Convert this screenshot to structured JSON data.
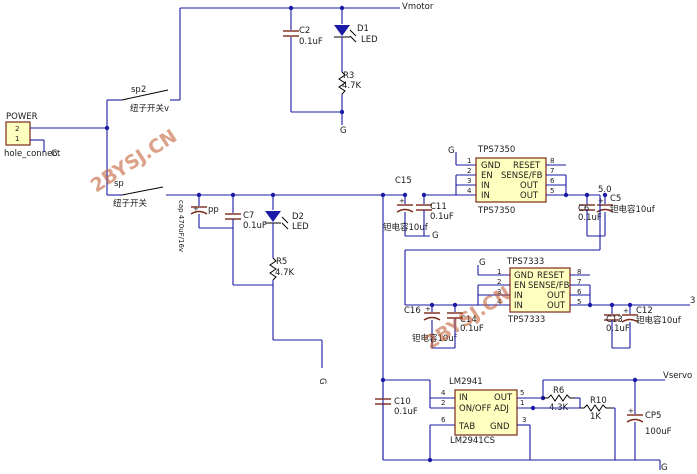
{
  "nets": {
    "vmotor": "Vmotor",
    "vservo": "Vservo",
    "gnd": "G",
    "net_3": "3",
    "net_5v": "5.0"
  },
  "power": {
    "name": "POWER",
    "pin2": "2",
    "pin1": "1",
    "footprint": "hole_connect"
  },
  "switches": {
    "sp2": {
      "ref": "sp2",
      "label": "纽子开关v"
    },
    "sp": {
      "ref": "sp",
      "label": "纽子开关"
    }
  },
  "caps": {
    "c2": {
      "ref": "C2",
      "value": "0.1uF"
    },
    "c7": {
      "ref": "C7",
      "value": "0.1uF"
    },
    "pp": {
      "ref": "pp",
      "value": "cap 470uF/16v"
    },
    "c15": {
      "ref": "C15"
    },
    "c11": {
      "ref": "C11",
      "value": "0.1uF"
    },
    "c15_tant": {
      "value": "钽电容10uf"
    },
    "c6": {
      "ref": "C6",
      "value": "0.1uF"
    },
    "c5": {
      "ref": "C5",
      "value": "钽电容10uf"
    },
    "c16": {
      "ref": "C16"
    },
    "c14": {
      "ref": "C14",
      "value": "0.1uF"
    },
    "c16_tant": {
      "value": "钽电容10uf"
    },
    "c13": {
      "ref": "C13",
      "value": "0.1uF"
    },
    "c12": {
      "ref": "C12",
      "value": "钽电容10uf"
    },
    "c10": {
      "ref": "C10",
      "value": "0.1uF"
    },
    "cp5": {
      "ref": "CP5",
      "value": "100uF"
    }
  },
  "leds": {
    "d1": {
      "ref": "D1",
      "value": "LED"
    },
    "d2": {
      "ref": "D2",
      "value": "LED"
    }
  },
  "resistors": {
    "r3": {
      "ref": "R3",
      "value": "4.7K"
    },
    "r5": {
      "ref": "R5",
      "value": "4.7K"
    },
    "r6": {
      "ref": "R6",
      "value": "4.3K"
    },
    "r10": {
      "ref": "R10",
      "value": "1K"
    }
  },
  "tps7350": {
    "name": "TPS7350",
    "left_pins": [
      "GND",
      "EN",
      "IN",
      "IN"
    ],
    "right_pins": [
      "RESET",
      "SENSE/FB",
      "OUT",
      "OUT"
    ],
    "left_nums": [
      "1",
      "2",
      "3",
      "4"
    ],
    "right_nums": [
      "8",
      "7",
      "6",
      "5"
    ]
  },
  "tps7333": {
    "name": "TPS7333",
    "left_pins": [
      "GND",
      "EN",
      "IN",
      "IN"
    ],
    "right_pins": [
      "RESET",
      "SENSE/FB",
      "OUT",
      "OUT"
    ],
    "left_nums": [
      "1",
      "2",
      "3",
      "4"
    ],
    "right_nums": [
      "8",
      "7",
      "6",
      "5"
    ]
  },
  "lm2941": {
    "name": "LM2941",
    "part": "LM2941CS",
    "left_pins": [
      "IN",
      "ON/OFF",
      "TAB"
    ],
    "right_pins": [
      "OUT",
      "ADJ",
      "GND"
    ],
    "left_nums": [
      "4",
      "2",
      "6"
    ],
    "right_nums": [
      "5",
      "1",
      "3"
    ]
  },
  "watermark": "2BYSJ.CN"
}
